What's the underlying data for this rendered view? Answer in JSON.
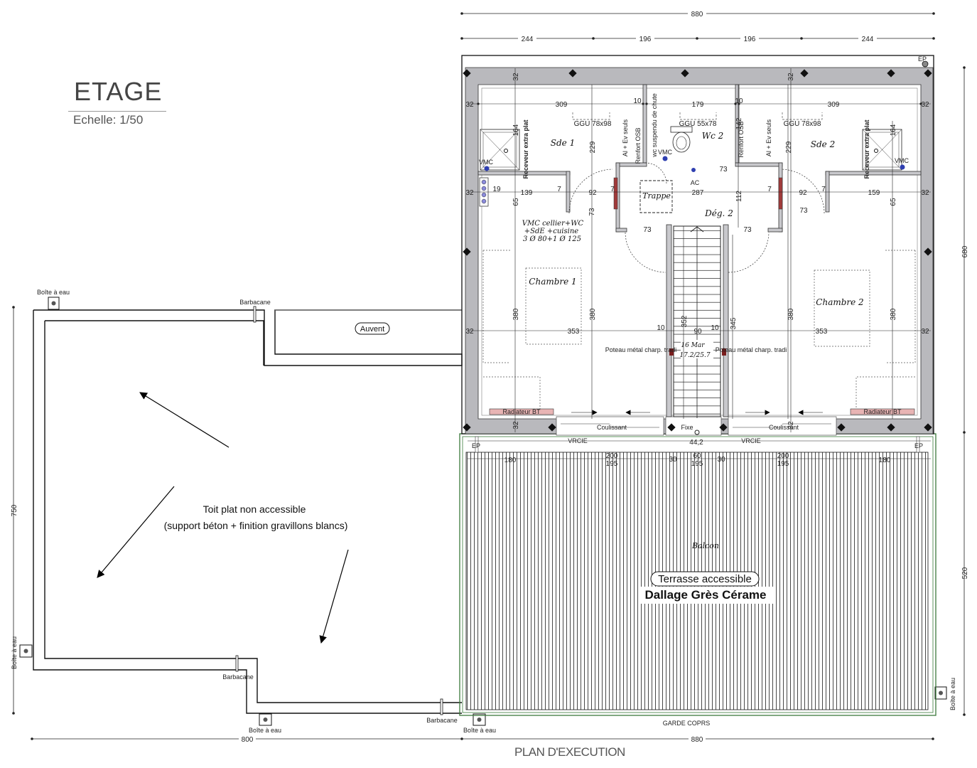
{
  "header": {
    "title": "ETAGE",
    "scale": "Echelle: 1/50"
  },
  "footer": {
    "caption": "PLAN D'EXECUTION"
  },
  "dimensions": {
    "top_total": "880",
    "top_segments": [
      "244",
      "196",
      "196",
      "244"
    ],
    "right_upper": "680",
    "right_lower": "520",
    "left_total": "750",
    "bottom_left": "800",
    "bottom_right": "880",
    "wall": "32",
    "row1": [
      "309",
      "10",
      "179",
      "10",
      "309"
    ],
    "row2": [
      "19",
      "139",
      "7",
      "92",
      "7",
      "287",
      "7",
      "92",
      "7",
      "159"
    ],
    "row3_left": "353",
    "row3_right": "353",
    "stair": [
      "10",
      "90",
      "10"
    ],
    "bal_row1": [
      "200",
      "30",
      "60",
      "30",
      "200"
    ],
    "bal_row2": [
      "180",
      "195",
      "195",
      "195",
      "180"
    ],
    "vert": {
      "v164a": "164",
      "v164b": "164",
      "v65a": "65",
      "v65b": "65",
      "v229a": "229",
      "v229b": "229",
      "v142": "142",
      "v112": "112",
      "v380a": "380",
      "v380b": "380",
      "v380c": "380",
      "v380d": "380",
      "v352": "352",
      "v345": "345",
      "v73a": "73",
      "v73b": "73",
      "v73c": "73",
      "v73d": "73",
      "v73e": "73",
      "v7": "7",
      "v442": "44,2"
    }
  },
  "rooms": {
    "sde1": "Sde 1",
    "sde2": "Sde 2",
    "wc2": "Wc 2",
    "deg2": "Dég. 2",
    "chambre1": "Chambre 1",
    "chambre2": "Chambre 2",
    "trappe": "Trappe",
    "balcon": "Balcon"
  },
  "labels": {
    "ggu1": "GGU 78x98",
    "ggu2": "GGU 55x78",
    "ggu3": "GGU 78x98",
    "vmc": "VMC",
    "ac": "AC",
    "ep": "EP",
    "vmc_note_l1": "VMC cellier+WC",
    "vmc_note_l2": "+SdE +cuisine",
    "vmc_note_l3": "3 Ø 80+1 Ø 125",
    "receveur": "Receveur extra plat",
    "al_ev": "Al + Ev seuls",
    "wc_suspendu": "wc suspendu de chute",
    "renfort": "Renfort OSB",
    "steps": "16 Mar",
    "steps2": "17.2/25.7",
    "poteau": "Poteau métal charp. tradi",
    "radiateur": "Radiateur BT",
    "coulissant": "Coulissant",
    "fixe": "Fixe",
    "vrcie": "VRCIE",
    "auvent": "Auvent",
    "barbacane": "Barbacane",
    "boite": "Boîte à eau",
    "toit_l1": "Toit plat non accessible",
    "toit_l2": "(support béton + finition gravillons blancs)",
    "terrasse": "Terrasse accessible",
    "dallage": "Dallage Grès Cérame",
    "garde": "GARDE COPRS"
  },
  "colors": {
    "wall_fill": "#b9b9bd",
    "terrace_stroke": "#3b7a3b",
    "radiator": "#e8b4b4"
  }
}
